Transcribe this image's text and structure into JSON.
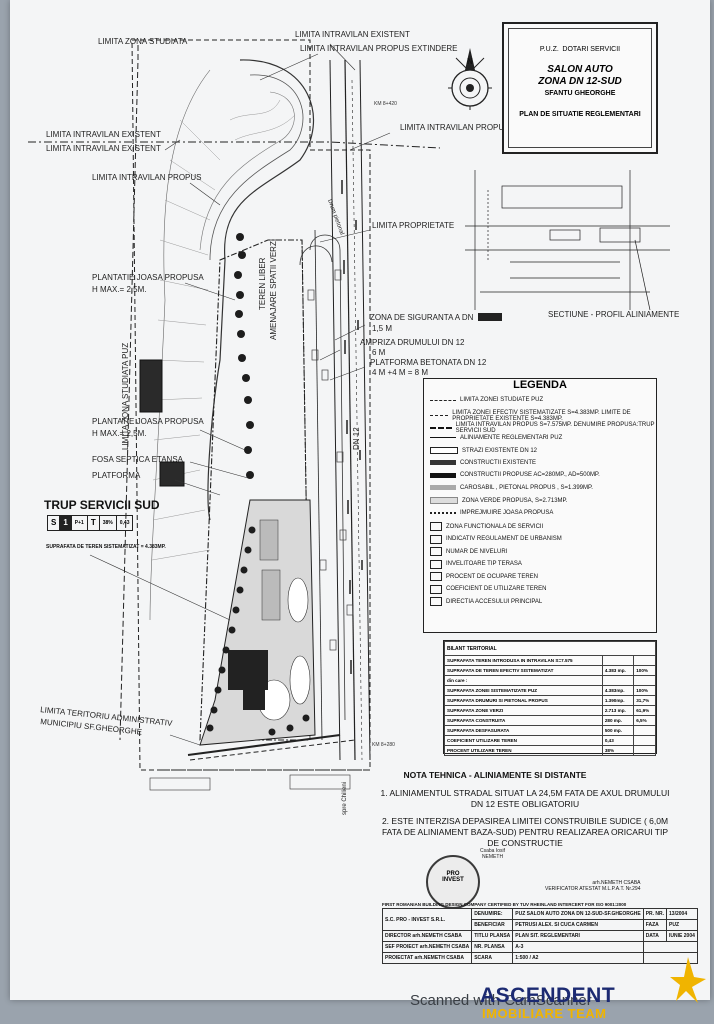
{
  "title_block": {
    "puz": "P.U.Z.",
    "puz_sub": "DOTARI SERVICII",
    "project_line1": "SALON AUTO",
    "project_line2": "ZONA DN 12-SUD",
    "city": "SFANTU GHEORGHE",
    "plan": "PLAN DE SITUATIE REGLEMENTARI"
  },
  "plan_labels": {
    "limita_zona_studiata": "LIMITA ZONA STUDIATA",
    "limita_intravilan_existent_top": "LIMITA INTRAVILAN EXISTENT",
    "limita_intravilan_propus_extindere": "LIMITA INTRAVILAN PROPUS EXTINDERE",
    "limita_intravilan_existent_1": "LIMITA INTRAVILAN EXISTENT",
    "limita_intravilan_existent_2": "LIMITA INTRAVILAN EXISTENT",
    "limita_intravilan_propus_left": "LIMITA INTRAVILAN PROPUS",
    "limita_intravilan_propus_right": "LIMITA INTRAVILAN PROPUS",
    "limita_proprietate": "LIMITA PROPRIETATE",
    "plantatie_1": "PLANTATIE JOASA PROPUSA",
    "hmax_1": "H MAX.= 2,5M.",
    "plantatie_2": "PLANTATIE JOASA PROPUSA",
    "hmax_2": "H MAX.= 2,5M.",
    "fosa": "FOSA SEPTICA ETANSA",
    "platforma": "PLATFORMA",
    "teren_liber": "TEREN LIBER",
    "amenajare": "AMENAJARE SPATII VERZI",
    "zona_studiata_puz": "LIMITA ZONA STUDIATA PUZ",
    "zona_siguranta": "ZONA DE SIGURANTA A DN",
    "zona_siguranta_val": "1,5 M",
    "ampriza": "AMPRIZA DRUMULUI DN 12",
    "ampriza_val": "6 M",
    "platforma_betonata": "PLATFORMA BETONATA DN 12",
    "platforma_betonata_val": "4 M +4 M = 8 M",
    "dn12": "DN 12",
    "km_top": "KM 8+420",
    "km_bottom": "KM 8+280",
    "drum_pietonal": "Drum pietonal",
    "spre_chilieni": "spre Chilieni",
    "sectiune": "SECTIUNE - PROFIL ALINIAMENTE",
    "limita_teritoriu_1": "LIMITA TERITORIU ADMINISTRATIV",
    "limita_teritoriu_2": "MUNICIPIU SF.GHEORGHE"
  },
  "trup": {
    "title_a": "TRUP ",
    "title_b": "SERVICII SUD",
    "cells": [
      "S",
      "1",
      "P+1",
      "T",
      "38%",
      "0,43"
    ],
    "suprafata": "SUPRAFATA DE TEREN SISTEMATIZAT = 4.383MP."
  },
  "legend": {
    "title": "LEGENDA",
    "items": [
      {
        "label": "LIMITA ZONEI STUDIATE PUZ",
        "style": "dash"
      },
      {
        "label": "LIMITA ZONEI EFECTIV SISTEMATIZATE S=4.383MP. LIMITE DE PROPRIETATE EXISTENTE S=4.383MP.",
        "style": "dashdot"
      },
      {
        "label": "LIMITA INTRAVILAN PROPUS S=7.575MP. DENUMIRE PROPUSA:TRUP SERVICII SUD",
        "style": "bolddash"
      },
      {
        "label": "ALINIAMENTE REGLEMENTARI PUZ",
        "style": "line"
      },
      {
        "label": "STRAZI EXISTENTE DN 12",
        "style": "box"
      },
      {
        "label": "CONSTRUCTII EXISTENTE",
        "style": "dark"
      },
      {
        "label": "CONSTRUCTII PROPUSE AC=280MP., AD=500MP.",
        "style": "darker"
      },
      {
        "label": "CAROSABIL , PIETONAL PROPUS , S=1.399MP.",
        "style": "grey"
      },
      {
        "label": "ZONA VERDE PROPUSA, S=2.713MP.",
        "style": "light"
      },
      {
        "label": "IMPREJMUIRE JOASA PROPUSA",
        "style": "fence"
      },
      {
        "label": "ZONA FUNCTIONALA DE SERVICII",
        "style": "s"
      },
      {
        "label": "INDICATIV REGULAMENT DE URBANISM",
        "style": "n1"
      },
      {
        "label": "NUMAR DE NIVELURI",
        "style": "p1"
      },
      {
        "label": "INVELITOARE TIP TERASA",
        "style": "t"
      },
      {
        "label": "PROCENT DE OCUPARE TEREN",
        "style": "pct"
      },
      {
        "label": "COEFICIENT DE UTILIZARE TEREN",
        "style": "cut"
      },
      {
        "label": "DIRECTIA ACCESULUI PRINCIPAL",
        "style": "arrow"
      }
    ]
  },
  "bilant": {
    "title": "BILANT TERITORIAL",
    "rows": [
      [
        "SUPRAFATA TEREN INTRODUSA IN INTRAVILAN S=7.575",
        "",
        ""
      ],
      [
        "SUPRAFATA DE TEREN EFECTIV SISTEMATIZAT",
        "4.383 mp.",
        "100%"
      ],
      [
        "din care :",
        "",
        ""
      ],
      [
        "SUPRAFATA ZONEI SISTEMATIZATE PUZ",
        "4.383mp.",
        "100%"
      ],
      [
        "SUPRAFATA DRUMURI SI PIETONAL PROPUS",
        "1.390mp.",
        "31,7%"
      ],
      [
        "SUPRAFATA ZONE VERZI",
        "2.713 mp.",
        "61,9%"
      ],
      [
        "SUPRAFATA CONSTRUITA",
        "280 mp.",
        "6,5%"
      ],
      [
        "SUPRAFATA DESFASURATA",
        "500 mp.",
        ""
      ],
      [
        "COEFICIENT UTILIZARE TEREN",
        "0,43",
        ""
      ],
      [
        "PROCENT UTILIZARE TEREN",
        "38%",
        ""
      ]
    ]
  },
  "note": {
    "title": "NOTA TEHNICA - ALINIAMENTE SI DISTANTE",
    "items": [
      "1. ALINIAMENTUL STRADAL SITUAT LA 24,5M FATA DE AXUL DRUMULUI DN 12 ESTE OBLIGATORIU",
      "2. ESTE INTERZISA DEPASIREA LIMITEI CONSTRUIBILE SUDICE ( 6,0M FATA DE ALINIAMENT BAZA-SUD) PENTRU REALIZAREA ORICARUI TIP DE CONSTRUCTIE"
    ]
  },
  "stamp": {
    "center_1": "PRO",
    "center_2": "INVEST",
    "side_1": "Csaba Iosif",
    "side_2": "NEMETH",
    "verif_1": "arh.NEMETH CSABA",
    "verif_2": "VERIFICATOR ATESTAT M.L.P.A.T. Nr.294"
  },
  "title_table": {
    "top": "FIRST ROMANIAN BUILDING DESIGN COMPANY CERTIFIED BY TUV RHEINLAND INTERCERT FOR ISO 9001:2000",
    "company": "S.C. PRO - INVEST S.R.L.",
    "denumire_label": "DENUMIRE:",
    "denumire": "PUZ SALON AUTO ZONA DN 12-SUD-SF.GHEORGHE",
    "pr_nr": "PR. NR.",
    "pr_val": "13/2004",
    "director": "DIRECTOR",
    "director_name": "arh.NEMETH CSABA",
    "beneficiar": "BENEFICIAR",
    "beneficiar_name": "PETRUSI ALEX. SI CUCA CARMEN",
    "faza": "FAZA",
    "faza_val": "PUZ",
    "sef_proiect": "SEF PROIECT",
    "sef_name": "arh.NEMETH CSABA",
    "titlu": "TITLU PLANSA",
    "titlu_val": "PLAN SIT. REGLEMENTARI",
    "nr_plansa": "NR. PLANSA",
    "nr_val": "A-3",
    "data": "DATA",
    "data_val": "IUNIE 2004",
    "proiectat": "PROIECTAT",
    "proiectat_name": "arh.NEMETH CSABA",
    "scara": "SCARA",
    "scara_val": "1:500 / A2"
  },
  "watermark": {
    "scanned": "Scanned with CamScanner",
    "logo_main": "ASCENDENT",
    "logo_sub": "IMOBILIARE TEAM"
  },
  "colors": {
    "paper": "#f4f5f6",
    "ink": "#1a1a1a",
    "logo_blue": "#1c2a72",
    "logo_gold": "#f0b400"
  }
}
